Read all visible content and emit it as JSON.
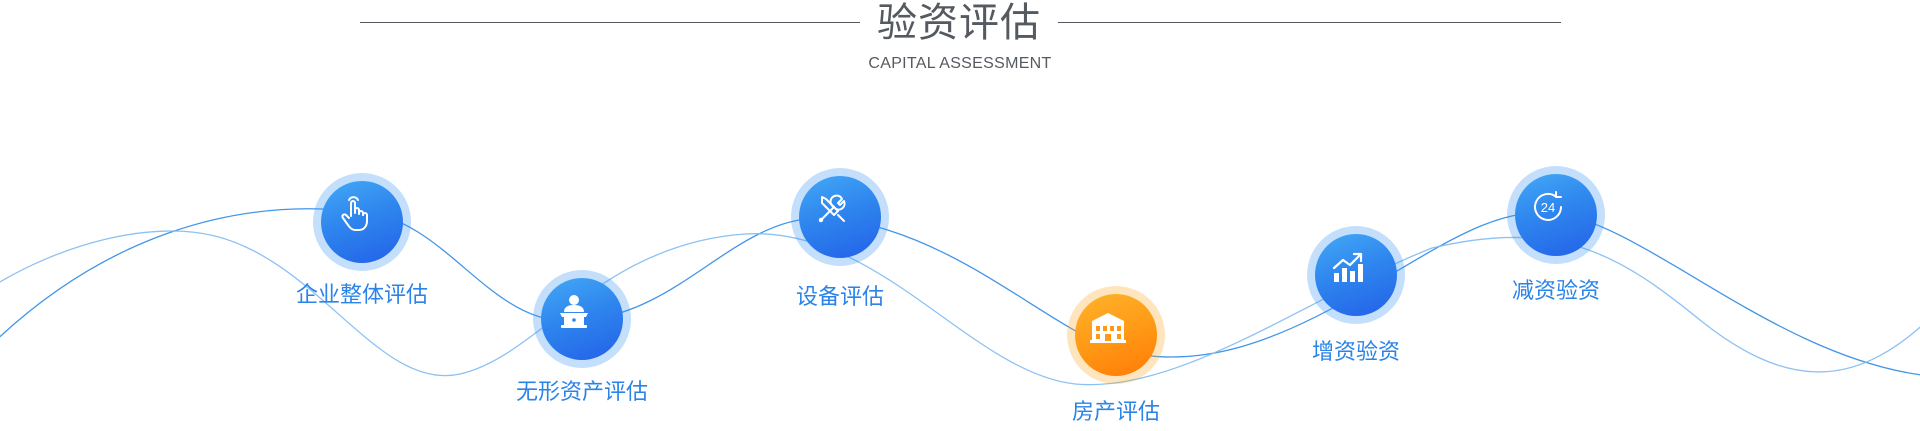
{
  "section": {
    "title": "验资评估",
    "subtitle": "CAPITAL ASSESSMENT"
  },
  "services": [
    {
      "label": "企业整体评估",
      "icon": "hand-pointer-icon",
      "accent": "blue"
    },
    {
      "label": "无形资产评估",
      "icon": "speaker-podium-icon",
      "accent": "blue"
    },
    {
      "label": "设备评估",
      "icon": "wrench-screwdriver-icon",
      "accent": "blue"
    },
    {
      "label": "房产评估",
      "icon": "building-icon",
      "accent": "orange"
    },
    {
      "label": "增资验资",
      "icon": "growth-chart-icon",
      "accent": "blue"
    },
    {
      "label": "减资验资",
      "icon": "clock-24-icon",
      "accent": "blue"
    }
  ],
  "colors": {
    "heading": "#555a60",
    "label": "#2a83e8",
    "blue_node": "#2f86ee",
    "orange_node": "#ff9a16",
    "wave_dark": "#2d8ae6",
    "wave_light": "#7fbaf2"
  }
}
